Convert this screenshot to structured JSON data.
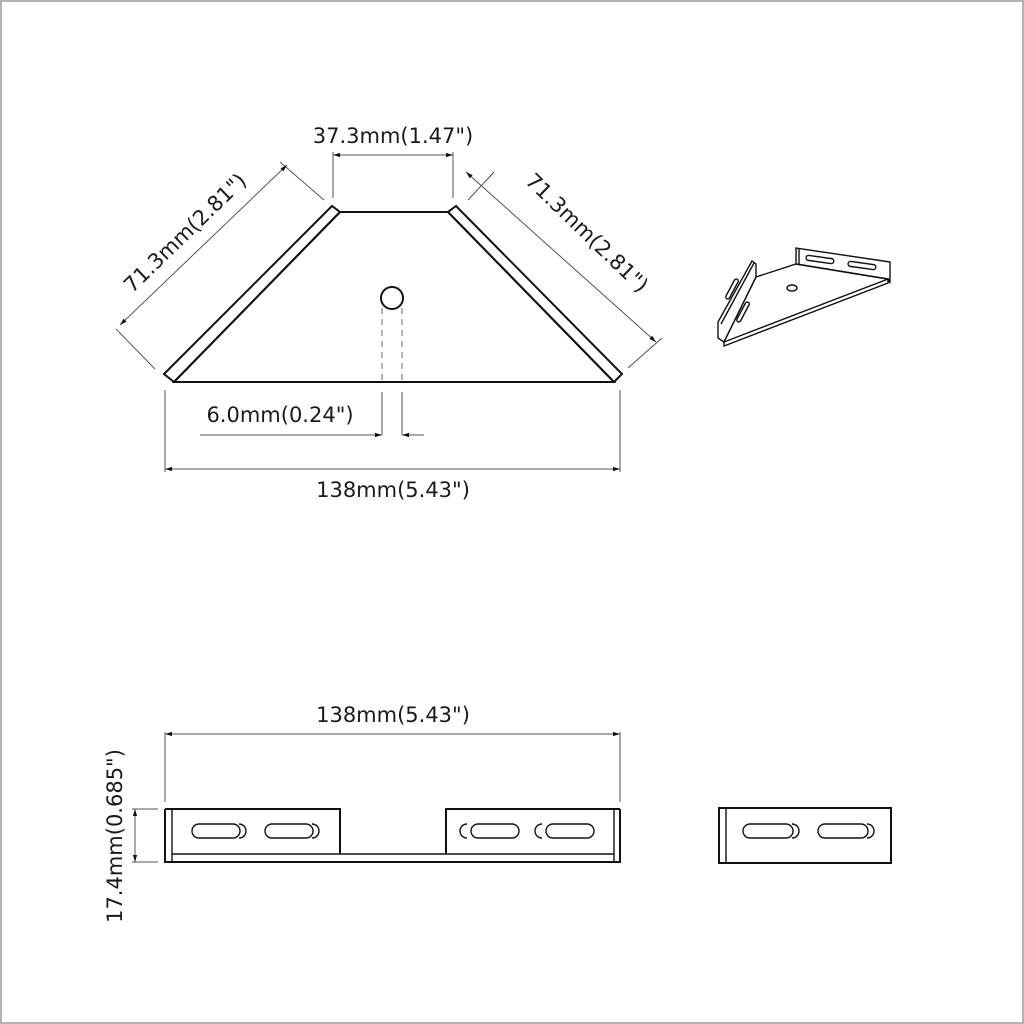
{
  "drawing": {
    "title": "Corner shelf bracket dimension drawing",
    "colors": {
      "line": "#111111",
      "dimension": "#555555",
      "border": "#b4b4b4",
      "background": "#ffffff"
    },
    "top_view": {
      "top_width_label": "37.3mm(1.47\")",
      "left_side_label": "71.3mm(2.81\")",
      "right_side_label": "71.3mm(2.81\")",
      "hole_offset_label": "6.0mm(0.24\")",
      "total_width_label": "138mm(5.43\")"
    },
    "front_view": {
      "total_width_label": "138mm(5.43\")",
      "height_label": "17.4mm(0.685\")"
    },
    "iso_view": {
      "description": "isometric bracket"
    },
    "side_view": {
      "description": "side flange with two slots"
    }
  }
}
